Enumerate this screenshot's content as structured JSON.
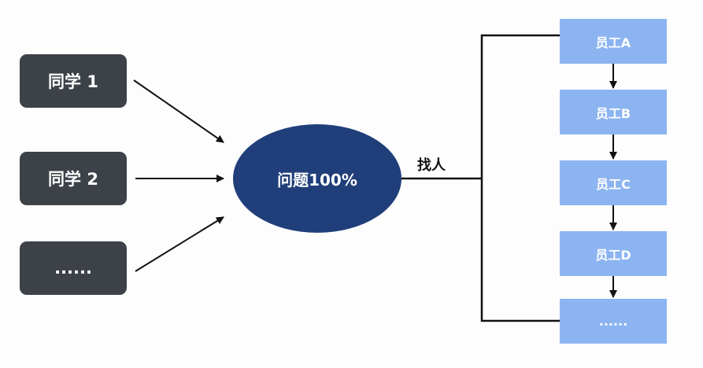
{
  "students": [
    {
      "label": "同学 1"
    },
    {
      "label": "同学 2"
    },
    {
      "label": "......"
    }
  ],
  "problem": {
    "label": "问题100%"
  },
  "edge_label": "找人",
  "employees": [
    {
      "label": "员工A"
    },
    {
      "label": "员工B"
    },
    {
      "label": "员工C"
    },
    {
      "label": "员工D"
    },
    {
      "label": "......"
    }
  ],
  "colors": {
    "student_fill": "#3d4249",
    "problem_fill": "#203f7a",
    "employee_fill": "#8cb4f1",
    "line": "#111111"
  }
}
